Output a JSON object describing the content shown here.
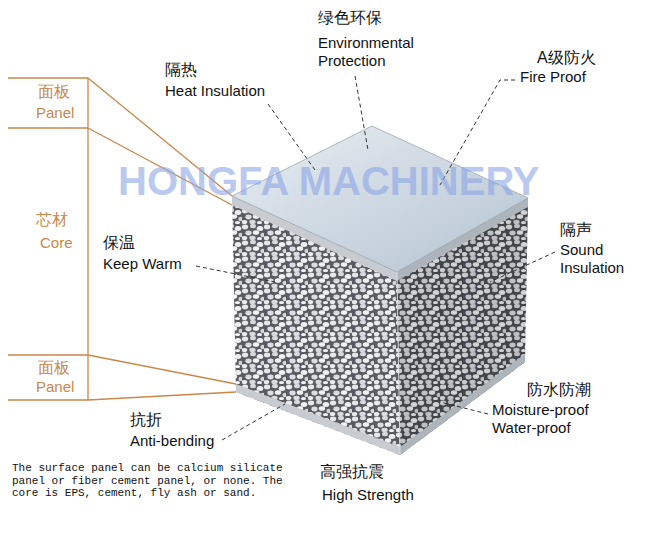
{
  "diagram": {
    "labels": [
      "绿色环保",
      "Environmental Protection",
      "A级防火",
      "Fire Proof",
      "隔热",
      "Heat Insulation",
      "面板",
      "Panel",
      "芯材",
      "Core",
      "面板",
      "Panel",
      "保温",
      "Keep Warm",
      "隔声",
      "Sound Insulation",
      "防水防潮",
      "Moisture-proof Water-proof",
      "抗折",
      "Anti-bending",
      "高强抗震",
      "High Strength",
      "HONGFA MACHINERY",
      "The surface panel can be calcium silicate panel or fiber cement panel, or none. The core is EPS, cement, fly ash or sand."
    ]
  }
}
